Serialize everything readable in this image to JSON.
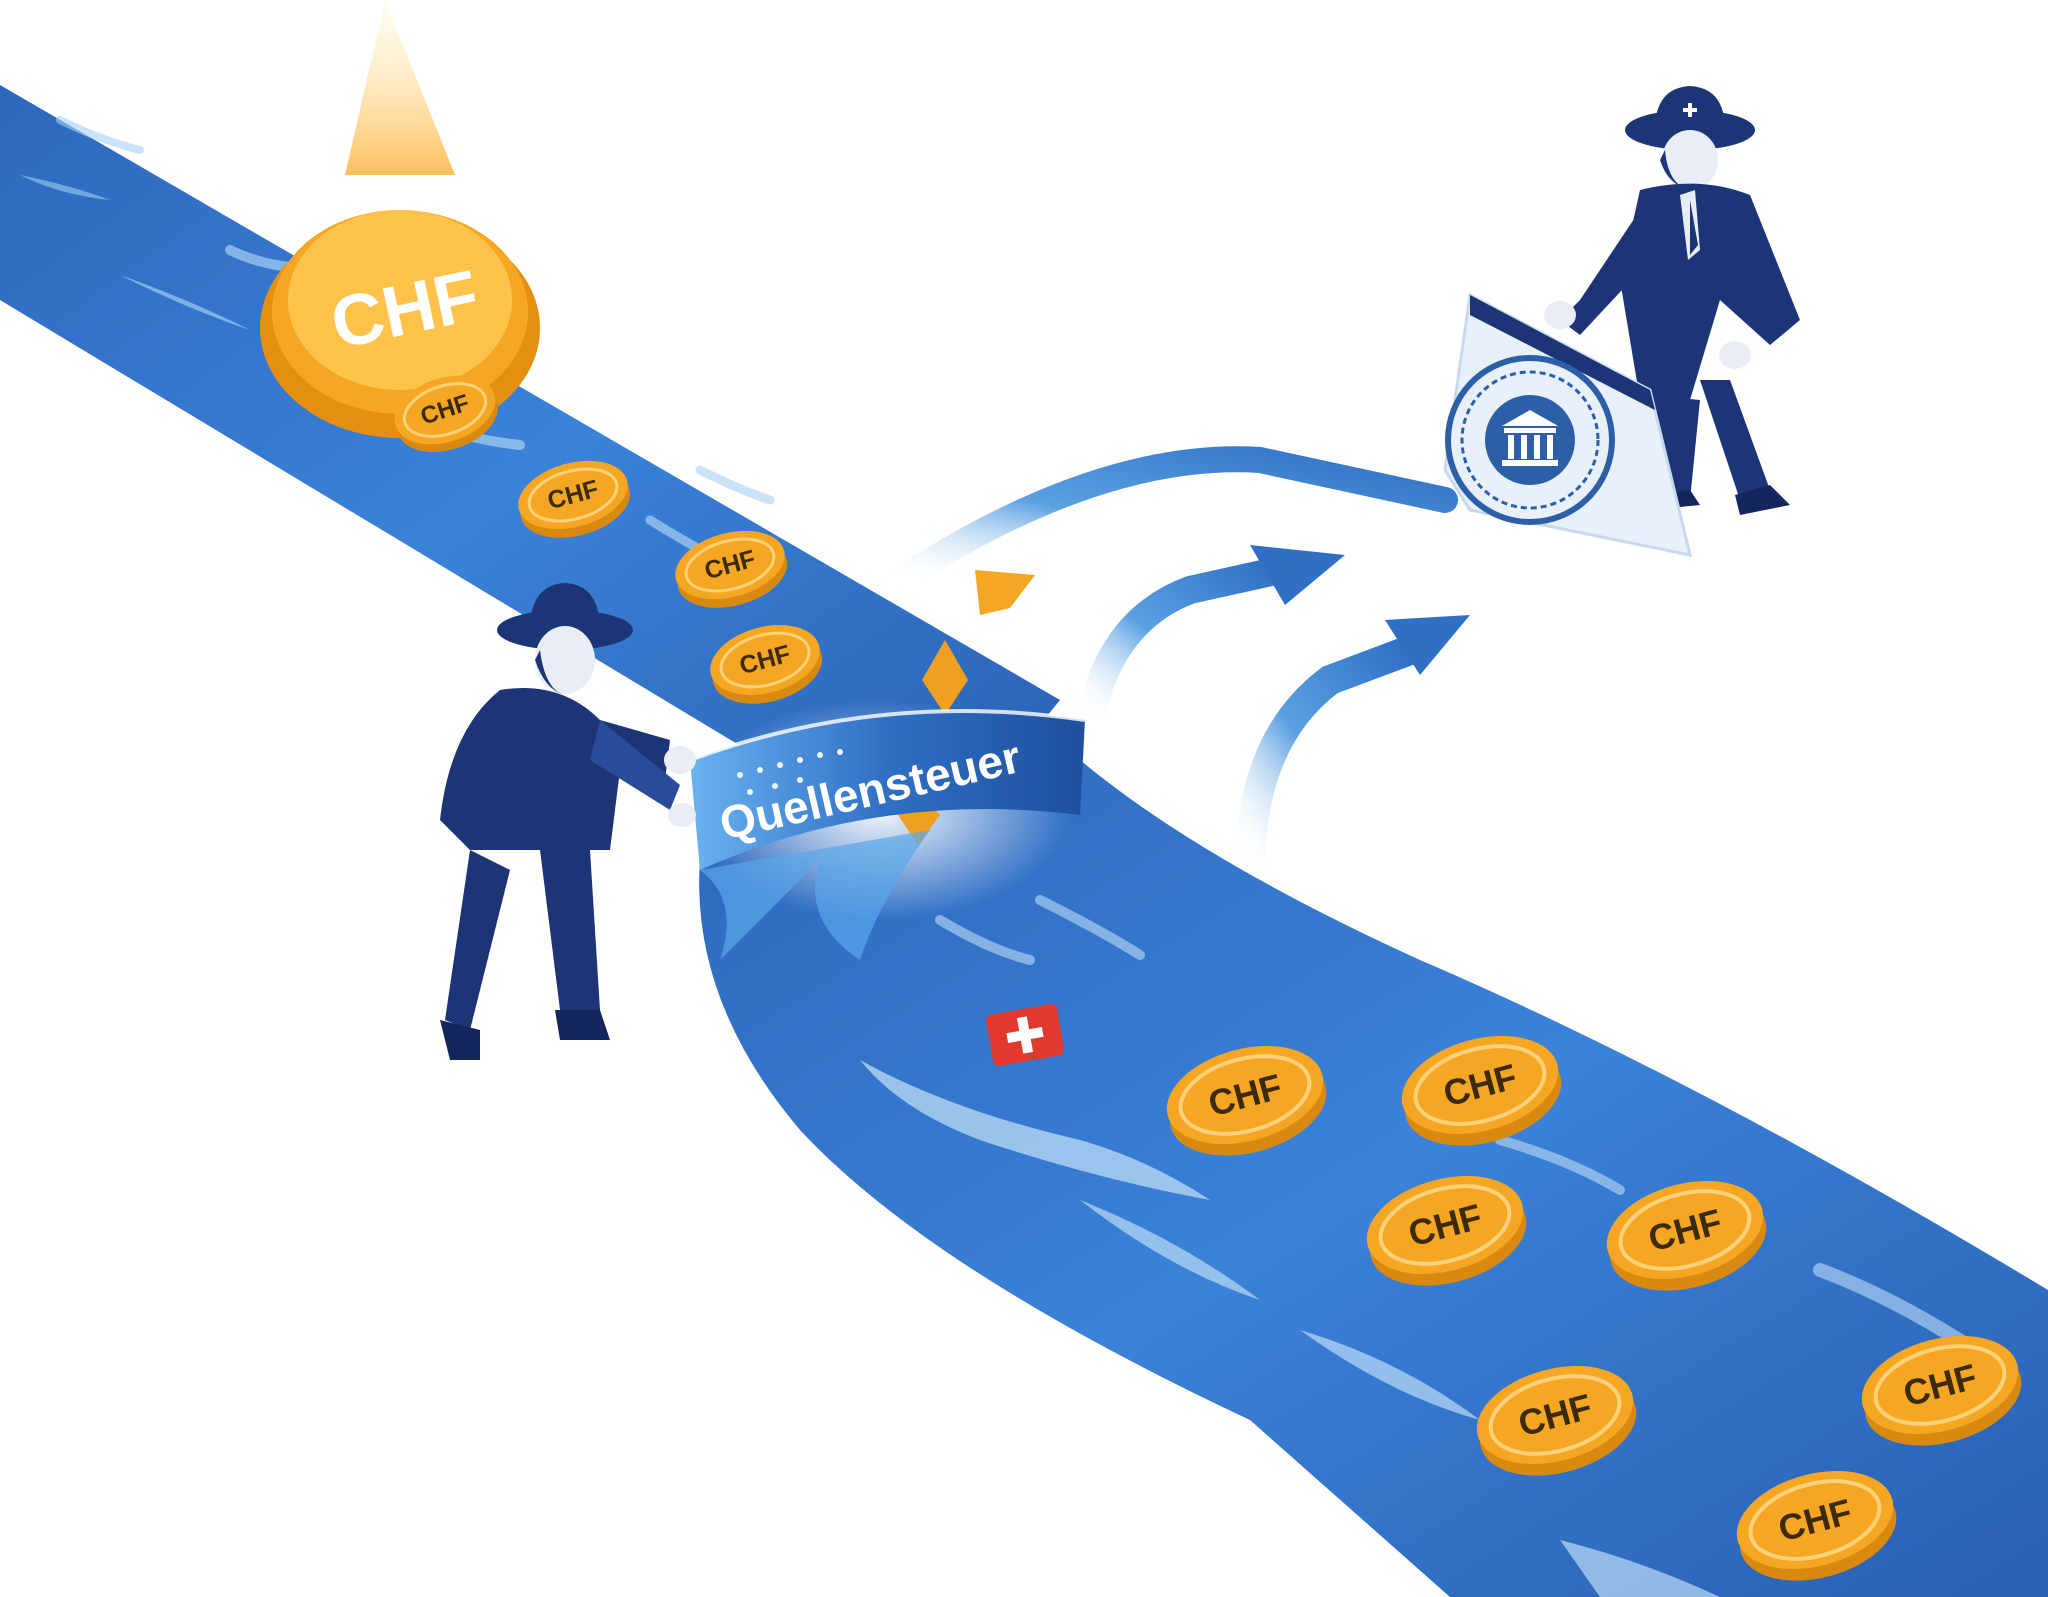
{
  "banner": {
    "text": "Quellensteuer"
  },
  "currency_label": "CHF",
  "coins": [
    {
      "id": "coin-large-top",
      "label": "CHF"
    },
    {
      "id": "coin-upper-1",
      "label": "CHF"
    },
    {
      "id": "coin-upper-2",
      "label": "CHF"
    },
    {
      "id": "coin-upper-3",
      "label": "CHF"
    },
    {
      "id": "coin-upper-4",
      "label": "CHF"
    },
    {
      "id": "coin-lower-1",
      "label": "CHF"
    },
    {
      "id": "coin-lower-2",
      "label": "CHF"
    },
    {
      "id": "coin-lower-3",
      "label": "CHF"
    },
    {
      "id": "coin-lower-4",
      "label": "CHF"
    },
    {
      "id": "coin-lower-5",
      "label": "CHF"
    },
    {
      "id": "coin-lower-6",
      "label": "CHF"
    },
    {
      "id": "coin-lower-7",
      "label": "CHF"
    }
  ],
  "seal_text": "",
  "colors": {
    "river_blue": "#2f6fc4",
    "river_light": "#5aa7ea",
    "navy_figure": "#1d3577",
    "coin_gold": "#f5a623",
    "coin_highlight": "#ffc94d",
    "swiss_red": "#e2392f"
  },
  "icons": [
    "swiss-flag-icon",
    "bank-building-icon",
    "arrow-icon"
  ]
}
